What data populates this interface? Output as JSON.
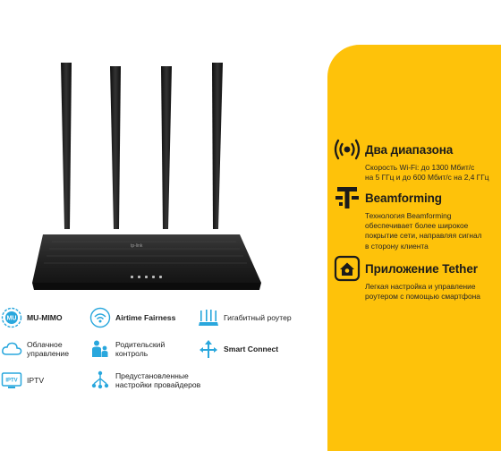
{
  "colors": {
    "panel": "#fec20a",
    "accent_blue": "#29a7dd",
    "router": "#1c1c1c"
  },
  "features": [
    {
      "icon": "dual-band-wifi-icon",
      "title": "Два диапазона",
      "lines": [
        "Скорость Wi-Fi: до 1300 Мбит/с",
        "на 5 ГГц и до 600 Мбит/с на 2,4 ГГц"
      ]
    },
    {
      "icon": "beamforming-icon",
      "title": "Beamforming",
      "lines": [
        "Технология Beamforming",
        "обеспечивает более широкое",
        "покрытие сети, направляя сигнал",
        "в сторону клиента"
      ]
    },
    {
      "icon": "tether-app-icon",
      "title": "Приложение Tether",
      "lines": [
        "Легкая настройка и управление",
        "роутером с помощью смартфона"
      ]
    }
  ],
  "mini_features": [
    {
      "icon": "mu-mimo-icon",
      "icon_text": "MU",
      "lines": [
        "MU-MIMO"
      ],
      "bold": true
    },
    {
      "icon": "airtime-fairness-icon",
      "lines": [
        "Airtime Fairness"
      ],
      "bold": true
    },
    {
      "icon": "gigabit-router-icon",
      "lines": [
        "Гигабитный роутер"
      ],
      "bold": false
    },
    {
      "icon": "cloud-management-icon",
      "lines": [
        "Облачное",
        "управление"
      ],
      "bold": false
    },
    {
      "icon": "parental-control-icon",
      "lines": [
        "Родительский",
        "контроль"
      ],
      "bold": false
    },
    {
      "icon": "smart-connect-icon",
      "lines": [
        "Smart Connect"
      ],
      "bold": true
    },
    {
      "icon": "iptv-icon",
      "icon_text": "IPTV",
      "lines": [
        "IPTV"
      ],
      "bold": false
    },
    {
      "icon": "isp-presets-icon",
      "lines": [
        "Предустановленные",
        "настройки провайдеров"
      ],
      "bold": false
    }
  ]
}
